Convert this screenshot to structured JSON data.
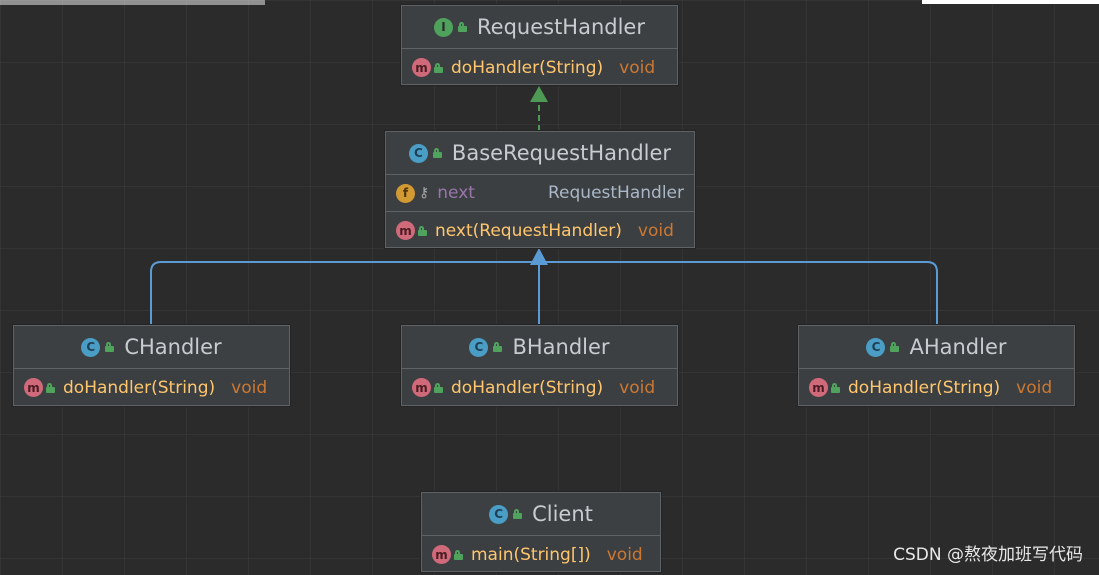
{
  "nodes": {
    "request_handler": {
      "title": "RequestHandler",
      "members": [
        {
          "name": "doHandler(String)",
          "type": "void"
        }
      ]
    },
    "base_request_handler": {
      "title": "BaseRequestHandler",
      "field": {
        "name": "next",
        "type": "RequestHandler"
      },
      "members": [
        {
          "name": "next(RequestHandler)",
          "type": "void"
        }
      ]
    },
    "c_handler": {
      "title": "CHandler",
      "members": [
        {
          "name": "doHandler(String)",
          "type": "void"
        }
      ]
    },
    "b_handler": {
      "title": "BHandler",
      "members": [
        {
          "name": "doHandler(String)",
          "type": "void"
        }
      ]
    },
    "a_handler": {
      "title": "AHandler",
      "members": [
        {
          "name": "doHandler(String)",
          "type": "void"
        }
      ]
    },
    "client": {
      "title": "Client",
      "members": [
        {
          "name": "main(String[])",
          "type": "void"
        }
      ]
    }
  },
  "badges": {
    "interface": "I",
    "class": "C",
    "method": "m",
    "field": "f"
  },
  "icons": {
    "visibility": "lock-icon",
    "field_access": "key-icon"
  },
  "colors": {
    "background": "#2b2b2b",
    "node_fill": "#3c3f41",
    "method_name": "#ffc66d",
    "return_type": "#cc7832",
    "field_name": "#9876aa",
    "implements_arrow": "#4e9a55",
    "extends_arrow": "#5b9bd5"
  },
  "watermark": "CSDN @熬夜加班写代码"
}
